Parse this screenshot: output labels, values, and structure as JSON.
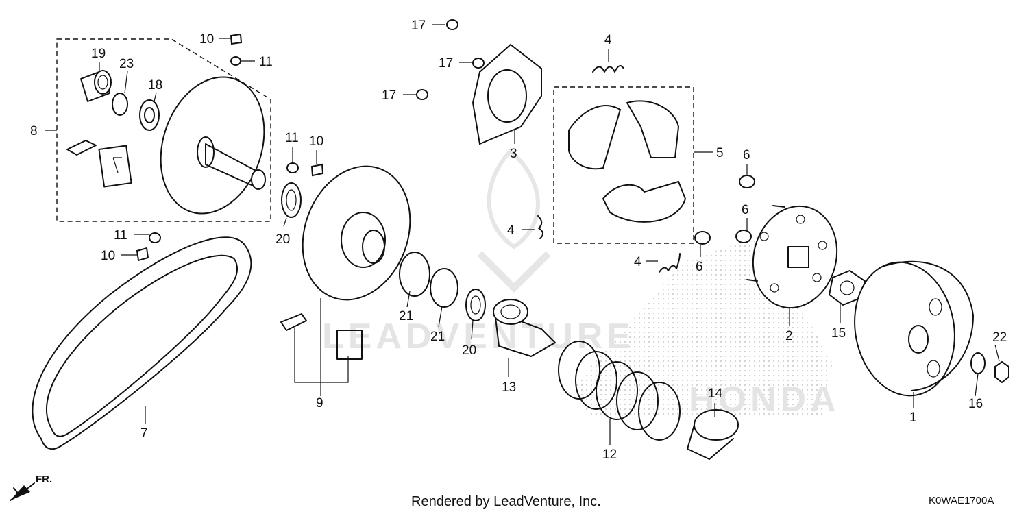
{
  "diagram": {
    "footer_credit": "Rendered by LeadVenture, Inc.",
    "diagram_code": "K0WAE1700A",
    "direction_label": "FR.",
    "watermark_text": "LEADVENTURE",
    "watermark_brand": "HONDA",
    "colors": {
      "line": "#111111",
      "watermark": "#e4e4e4",
      "background": "#ffffff"
    },
    "callouts": {
      "c1": "1",
      "c2": "2",
      "c3": "3",
      "c4a": "4",
      "c4b": "4",
      "c4c": "4",
      "c5": "5",
      "c6a": "6",
      "c6b": "6",
      "c6c": "6",
      "c7": "7",
      "c8": "8",
      "c9": "9",
      "c10a": "10",
      "c10b": "10",
      "c10c": "10",
      "c11a": "11",
      "c11b": "11",
      "c11c": "11",
      "c12": "12",
      "c13": "13",
      "c14": "14",
      "c15": "15",
      "c16": "16",
      "c17a": "17",
      "c17b": "17",
      "c17c": "17",
      "c18": "18",
      "c19": "19",
      "c20a": "20",
      "c20b": "20",
      "c21a": "21",
      "c21b": "21",
      "c22": "22",
      "c23": "23"
    }
  }
}
